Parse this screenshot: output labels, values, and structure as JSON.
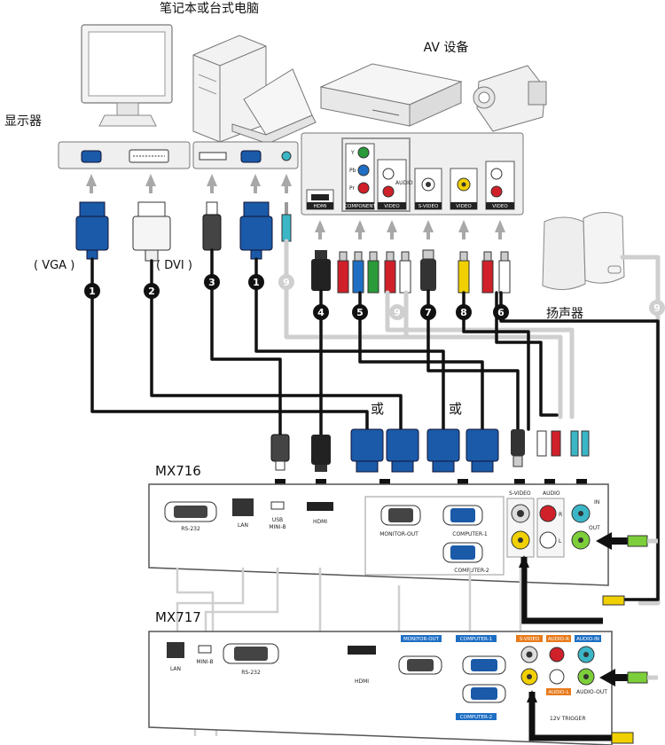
{
  "labels": {
    "computer": "笔记本或台式电脑",
    "av": "AV 设备",
    "display": "显示器",
    "speakers": "扬声器",
    "vga": "( VGA )",
    "dvi": "( DVI )",
    "or1": "或",
    "or2": "或",
    "model_a": "MX716",
    "model_b": "MX717"
  },
  "cable_numbers": {
    "n1a": "1",
    "n2": "2",
    "n3": "3",
    "n1b": "1",
    "n9a": "9",
    "n4": "4",
    "n5": "5",
    "n9b": "9",
    "n7": "7",
    "n8": "8",
    "n6": "6",
    "n9c": "9"
  },
  "source_ports": {
    "hdmi": "HDMI",
    "component": "COMPONENT",
    "video1": "VIDEO",
    "svideo": "S-VIDEO",
    "video2": "VIDEO",
    "video3": "VIDEO",
    "audio": "AUDIO",
    "y": "Y",
    "pb": "Pb",
    "pr": "Pr"
  },
  "mx716_ports": {
    "rs232": "RS-232",
    "lan": "LAN",
    "usb": "USB",
    "minib": "MINI-B",
    "hdmi": "HDMI",
    "monitor_out": "MONITOR-OUT",
    "computer1": "COMPUTER-1",
    "computer2": "COMPUTER-2",
    "svideo": "S-VIDEO",
    "audio": "AUDIO",
    "r": "R",
    "l": "L",
    "in": "IN",
    "out": "OUT"
  },
  "mx717_ports": {
    "lan": "LAN",
    "minib": "MINI-B",
    "rs232": "RS-232",
    "hdmi": "HDMI",
    "monitor_out": "MONITOR-OUT",
    "computer1": "COMPUTER-1",
    "computer2": "COMPUTER-2",
    "svideo": "S-VIDEO",
    "audio_r": "AUDIO-R",
    "audio_l": "AUDIO-L",
    "audio_in": "AUDIO-IN",
    "audio_out": "AUDIO-OUT",
    "trigger": "12V TRIGGER"
  },
  "colors": {
    "vga_blue": "#1a5aa8",
    "hdmi_black": "#222222",
    "comp_green": "#2a9a3a",
    "comp_blue": "#1e6fc4",
    "comp_red": "#d0202a",
    "yellow": "#f0d000",
    "cable_gray": "#cfcfcf",
    "audio_green": "#7ccf3a"
  }
}
